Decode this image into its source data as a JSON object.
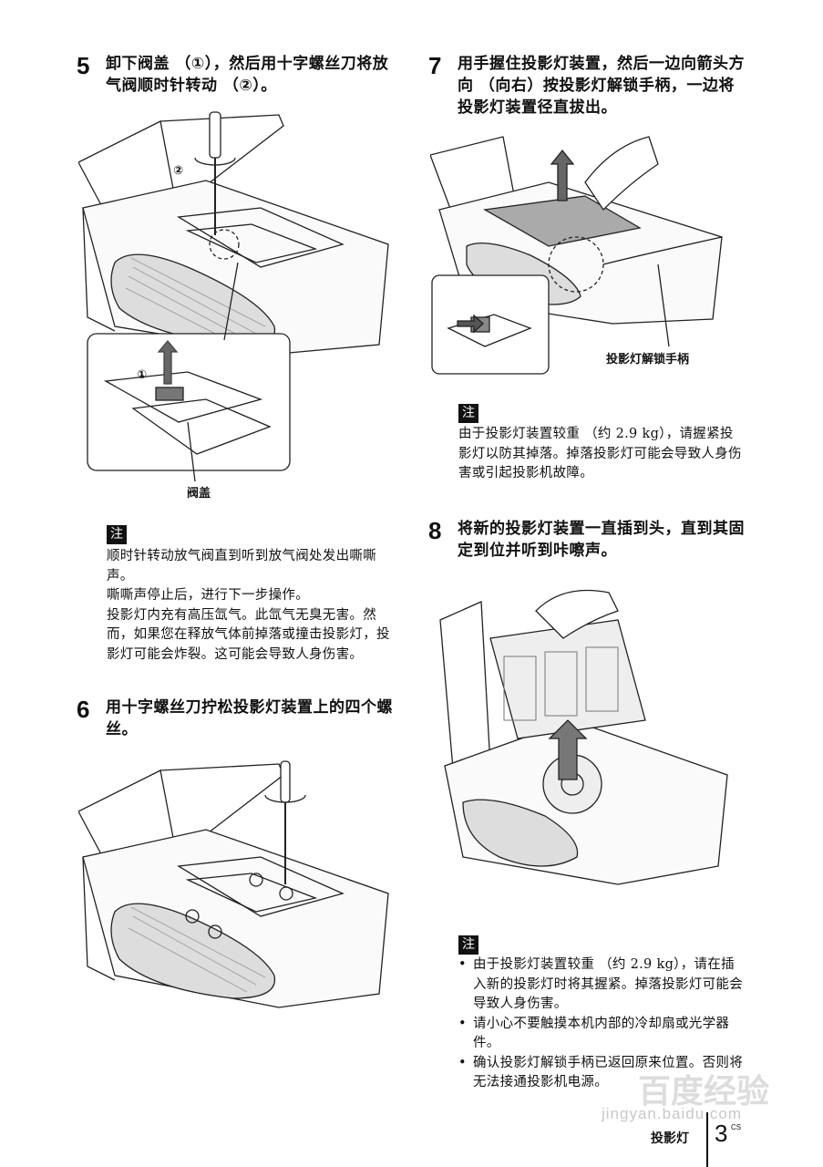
{
  "steps": {
    "s5": {
      "num": "5",
      "text": "卸下阀盖 （①），然后用十字螺丝刀将放气阀顺时针转动 （②）。"
    },
    "s6": {
      "num": "6",
      "text": "用十字螺丝刀拧松投影灯装置上的四个螺丝。"
    },
    "s7": {
      "num": "7",
      "text": "用手握住投影灯装置，然后一边向箭头方向 （向右）按投影灯解锁手柄，一边将投影灯装置径直拔出。"
    },
    "s8": {
      "num": "8",
      "text": "将新的投影灯装置一直插到头，直到其固定到位并听到咔嚓声。"
    }
  },
  "figures": {
    "fig5": {
      "label_valve_cover": "阀盖",
      "callout_1": "①",
      "callout_2": "②"
    },
    "fig7": {
      "label_release": "投影灯解锁手柄"
    }
  },
  "notes": {
    "badge": "注",
    "n5": [
      "顺时针转动放气阀直到听到放气阀处发出嘶嘶声。",
      "嘶嘶声停止后，进行下一步操作。",
      "投影灯内充有高压氙气。此氙气无臭无害。然而，如果您在释放气体前掉落或撞击投影灯，投影灯可能会炸裂。这可能会导致人身伤害。"
    ],
    "n7": "由于投影灯装置较重 （约 2.9 kg），请握紧投影灯以防其掉落。掉落投影灯可能会导致人身伤害或引起投影机故障。",
    "n8": [
      "由于投影灯装置较重 （约 2.9 kg），请在插入新的投影灯时将其握紧。掉落投影灯可能会导致人身伤害。",
      "请小心不要触摸本机内部的冷却扇或光学器件。",
      "确认投影灯解锁手柄已返回原来位置。否则将无法接通投影机电源。"
    ]
  },
  "footer": {
    "label": "投影灯",
    "page": "3",
    "lang": "CS"
  },
  "watermark": {
    "cn": "百度经验",
    "url": "jingyan.baidu.com"
  }
}
